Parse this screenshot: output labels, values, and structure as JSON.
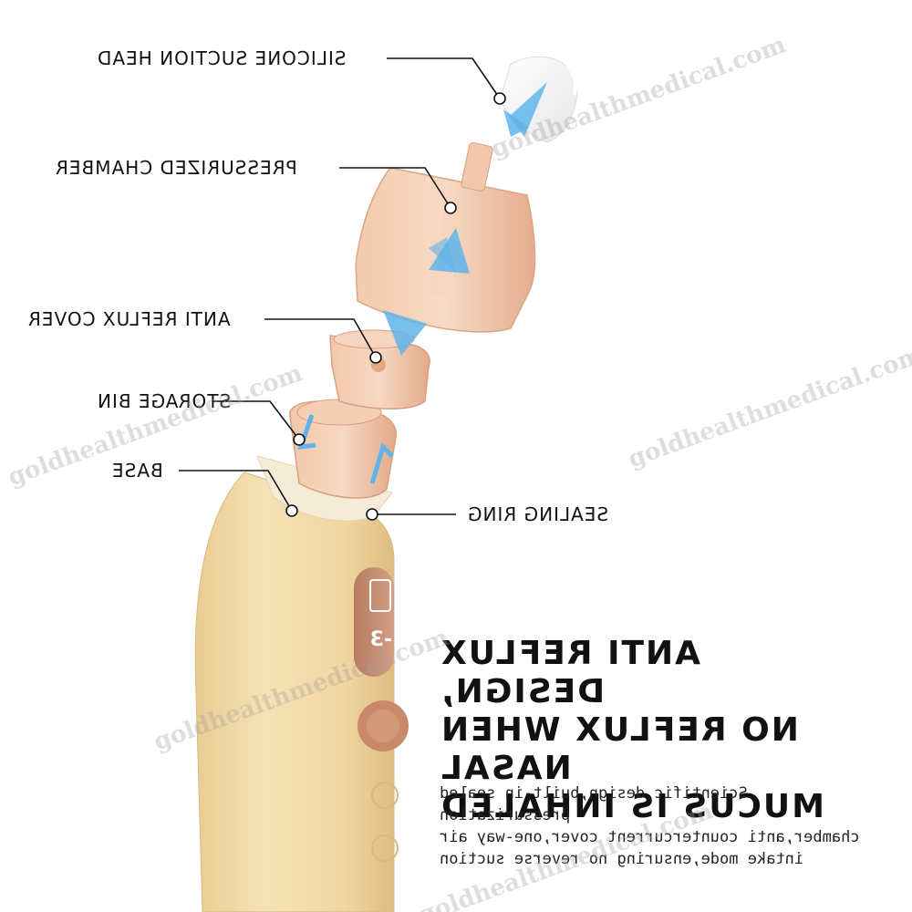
{
  "labels": {
    "silicone_head": "SILICONE SUCTION HEAD",
    "pressurized_chamber": "PRESSURIZED CHAMBER",
    "anti_reflux_cover": "ANTI REFLUX COVER",
    "storage_bin": "STORAGE BIN",
    "base": "BASE",
    "sealing_ring": "SEALING RING"
  },
  "heading": {
    "line1": "ANTI REFLUX DESIGN,",
    "line2": "NO REFLUX WHEN NASAL",
    "line3": "MUCUS IS INHALED"
  },
  "description": {
    "line1": "Scientific design,built-in sealed pressurization",
    "line2": "chamber,anti countercurrent cover,one-way air",
    "line3": "intake mode,ensuring no reverse suction"
  },
  "display": {
    "level": "-3"
  },
  "watermark": "goldhealthmedical.com",
  "colors": {
    "body": "#f2d9a6",
    "peach": "#e9b593",
    "arrow": "#5fb4ea",
    "button": "#c9896a"
  }
}
